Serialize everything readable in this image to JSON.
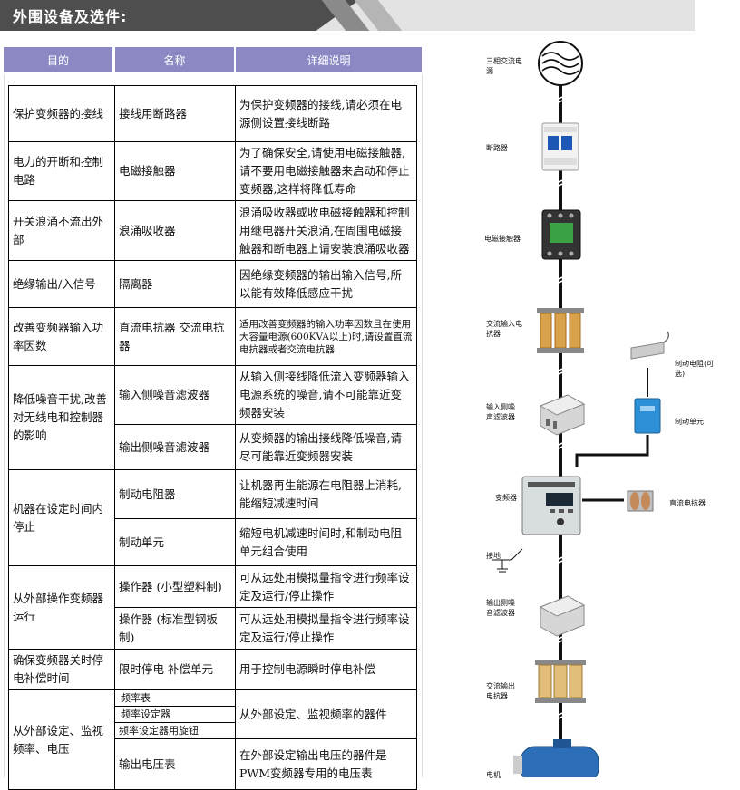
{
  "header": {
    "title": "外围设备及选件:"
  },
  "table": {
    "headers": [
      "目的",
      "名称",
      "详细说明"
    ],
    "rows": [
      {
        "purpose": "保护变频器的接线",
        "name": "接线用断路器",
        "desc": "为保护变频器的接线,请必须在电源侧设置接线断路"
      },
      {
        "purpose": "电力的开断和控制电路",
        "name": "电磁接触器",
        "desc": "为了确保安全,请使用电磁接触器,请不要用电磁接触器来启动和停止变频器,这样将降低寿命"
      },
      {
        "purpose": "开关浪涌不流出外部",
        "name": "浪涌吸收器",
        "desc": "浪涌吸收器或收电磁接触器和控制用继电器开关浪涌,在周围电磁接触器和断电器上请安装浪涌吸收器"
      },
      {
        "purpose": "绝缘输出/入信号",
        "name": "隔离器",
        "desc": "因绝缘变频器的输出输入信号,所以能有效降低感应干扰"
      },
      {
        "purpose": "改善变频器输入功率因数",
        "name": "直流电抗器 交流电抗器",
        "desc": "适用改善变频器的输入功率因数且在使用大容量电源(600KVA以上)时,请设置直流电抗器或者交流电抗器"
      },
      {
        "purpose": "降低噪音干扰,改善对无线电和控制器的影响",
        "name": "输入侧噪音滤波器",
        "desc": "从输入侧接线降低流入变频器输入电源系统的噪音,请不可能靠近变频器安装"
      },
      {
        "name": "输出侧噪音滤波器",
        "desc": "从变频器的输出接线降低噪音,请尽可能靠近变频器安装"
      },
      {
        "purpose": "机器在设定时间内停止",
        "name": "制动电阻器",
        "desc": "让机器再生能源在电阻器上消耗,能缩短减速时间"
      },
      {
        "name": "制动单元",
        "desc": "缩短电机减速时间时,和制动电阻单元组合使用"
      },
      {
        "purpose": "从外部操作变频器运行",
        "name": "操作器 (小型塑料制)",
        "desc": "可从远处用模拟量指令进行频率设定及运行/停止操作"
      },
      {
        "name": "操作器 (标准型钢板制)",
        "desc": "可从远处用模拟量指令进行频率设定及运行/停止操作"
      },
      {
        "purpose": "确保变频器关时停电补偿时间",
        "name": "限时停电 补偿单元",
        "desc": "用于控制电源瞬时停电补偿"
      },
      {
        "purpose": "从外部设定、监视频率、电压",
        "name": "频率表",
        "desc": "从外部设定、监视频率的器件"
      },
      {
        "name": "频率设定器"
      },
      {
        "name": "频率设定器用旋钮"
      },
      {
        "name": "输出电压表",
        "desc": "在外部设定输出电压的器件是PWM变频器专用的电压表"
      }
    ]
  },
  "diagram": {
    "labels": {
      "power": "三相交流电源",
      "breaker": "断路器",
      "contactor": "电磁接触器",
      "ac_in": "交流输入电抗器",
      "in_filter": "输入侧噪声滤波器",
      "brake_res": "制动电阻(可选)",
      "brake_unit": "制动单元",
      "inverter": "变频器",
      "dc_reactor": "直流电抗器",
      "ground": "接地",
      "out_filter": "输出侧噪音滤波器",
      "ac_out": "交流输出电抗器",
      "motor": "电机"
    },
    "colors": {
      "inverter_body": "#d8dde0",
      "brake_unit": "#2d8fd6",
      "motor": "#2c6fb8",
      "reactor_coil": "#d9a24a"
    }
  }
}
